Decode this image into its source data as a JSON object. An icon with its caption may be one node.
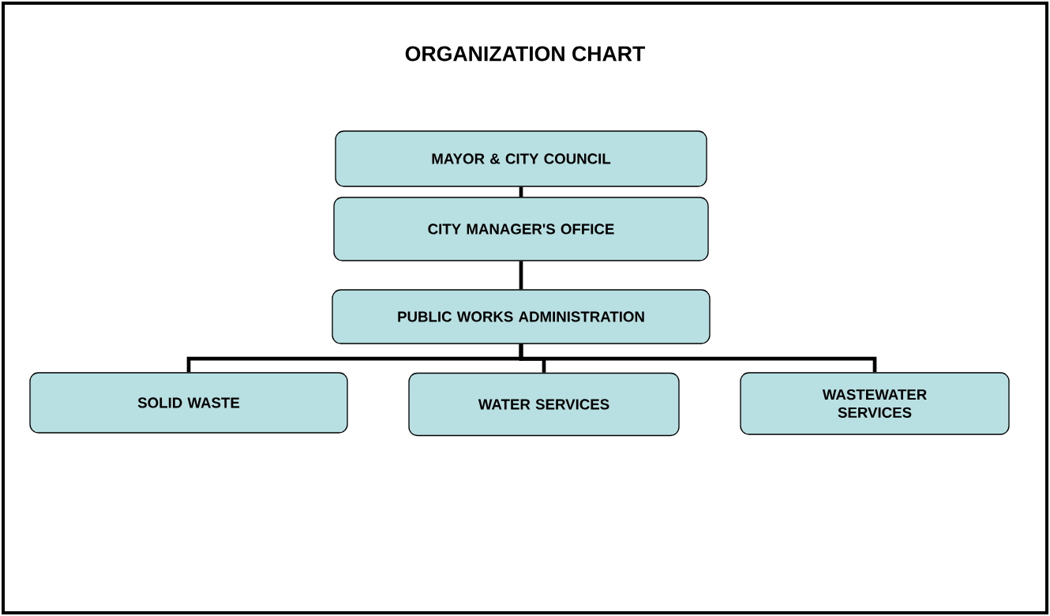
{
  "diagram": {
    "title": "ORGANIZATION CHART",
    "nodes": [
      {
        "text": [
          "MAYOR & CITY COUNCIL"
        ]
      },
      {
        "text": [
          "CITY MANAGER'S OFFICE"
        ]
      },
      {
        "text": [
          "PUBLIC WORKS ADMINISTRATION"
        ]
      },
      {
        "text": [
          "SOLID WASTE"
        ]
      },
      {
        "text": [
          "WATER SERVICES"
        ]
      },
      {
        "text": [
          "WASTEWATER SERVICES"
        ]
      }
    ],
    "edges": [
      {
        "from": 0,
        "to": 1,
        "arrow": "none"
      },
      {
        "from": 1,
        "to": 2,
        "arrow": "none"
      },
      {
        "from": 2,
        "to": 3,
        "arrow": "none"
      },
      {
        "from": 2,
        "to": 4,
        "arrow": "none"
      },
      {
        "from": 2,
        "to": 5,
        "arrow": "none"
      }
    ]
  }
}
